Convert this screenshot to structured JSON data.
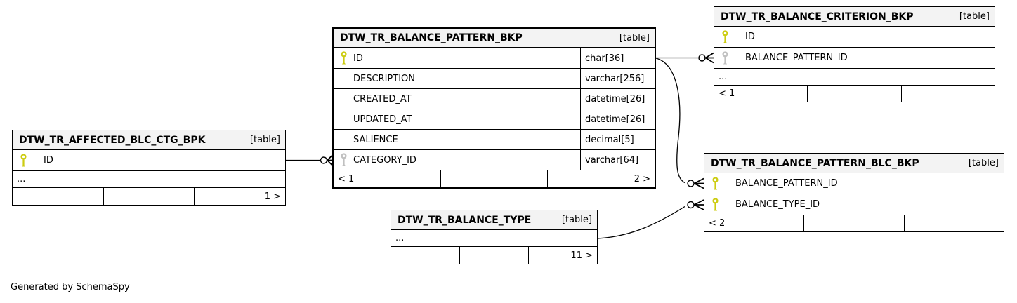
{
  "attribution": "Generated by SchemaSpy",
  "colors": {
    "primary_key_icon": "#cccc11",
    "foreign_key_icon": "#c0c0c0",
    "header_background": "#f3f3f3",
    "border": "#000000",
    "background": "#ffffff"
  },
  "tables": {
    "affected": {
      "name": "DTW_TR_AFFECTED_BLC_CTG_BPK",
      "badge": "[table]",
      "columns": [
        {
          "name": "ID",
          "key": "primary"
        }
      ],
      "ellipsis": "...",
      "footer": {
        "left": "",
        "center": "",
        "right": "1 >"
      }
    },
    "pattern": {
      "name": "DTW_TR_BALANCE_PATTERN_BKP",
      "badge": "[table]",
      "columns": [
        {
          "name": "ID",
          "key": "primary",
          "type": "char[36]"
        },
        {
          "name": "DESCRIPTION",
          "key": "none",
          "type": "varchar[256]"
        },
        {
          "name": "CREATED_AT",
          "key": "none",
          "type": "datetime[26]"
        },
        {
          "name": "UPDATED_AT",
          "key": "none",
          "type": "datetime[26]"
        },
        {
          "name": "SALIENCE",
          "key": "none",
          "type": "decimal[5]"
        },
        {
          "name": "CATEGORY_ID",
          "key": "foreign",
          "type": "varchar[64]"
        }
      ],
      "footer": {
        "left": "< 1",
        "center": "",
        "right": "2 >"
      }
    },
    "criterion": {
      "name": "DTW_TR_BALANCE_CRITERION_BKP",
      "badge": "[table]",
      "columns": [
        {
          "name": "ID",
          "key": "primary"
        },
        {
          "name": "BALANCE_PATTERN_ID",
          "key": "foreign"
        }
      ],
      "ellipsis": "...",
      "footer": {
        "left": "< 1",
        "center": "",
        "right": ""
      }
    },
    "pattern_blc": {
      "name": "DTW_TR_BALANCE_PATTERN_BLC_BKP",
      "badge": "[table]",
      "columns": [
        {
          "name": "BALANCE_PATTERN_ID",
          "key": "primary"
        },
        {
          "name": "BALANCE_TYPE_ID",
          "key": "primary"
        }
      ],
      "footer": {
        "left": "< 2",
        "center": "",
        "right": ""
      }
    },
    "balance_type": {
      "name": "DTW_TR_BALANCE_TYPE",
      "badge": "[table]",
      "columns": [],
      "ellipsis": "...",
      "footer": {
        "left": "",
        "center": "",
        "right": "11 >"
      }
    }
  },
  "relationships": [
    {
      "parent": "DTW_TR_AFFECTED_BLC_CTG_BPK.ID",
      "child": "DTW_TR_BALANCE_PATTERN_BKP.CATEGORY_ID"
    },
    {
      "parent": "DTW_TR_BALANCE_PATTERN_BKP.ID",
      "child": "DTW_TR_BALANCE_CRITERION_BKP.BALANCE_PATTERN_ID"
    },
    {
      "parent": "DTW_TR_BALANCE_PATTERN_BKP.ID",
      "child": "DTW_TR_BALANCE_PATTERN_BLC_BKP.BALANCE_PATTERN_ID"
    },
    {
      "parent": "DTW_TR_BALANCE_TYPE",
      "child": "DTW_TR_BALANCE_PATTERN_BLC_BKP.BALANCE_TYPE_ID"
    }
  ]
}
